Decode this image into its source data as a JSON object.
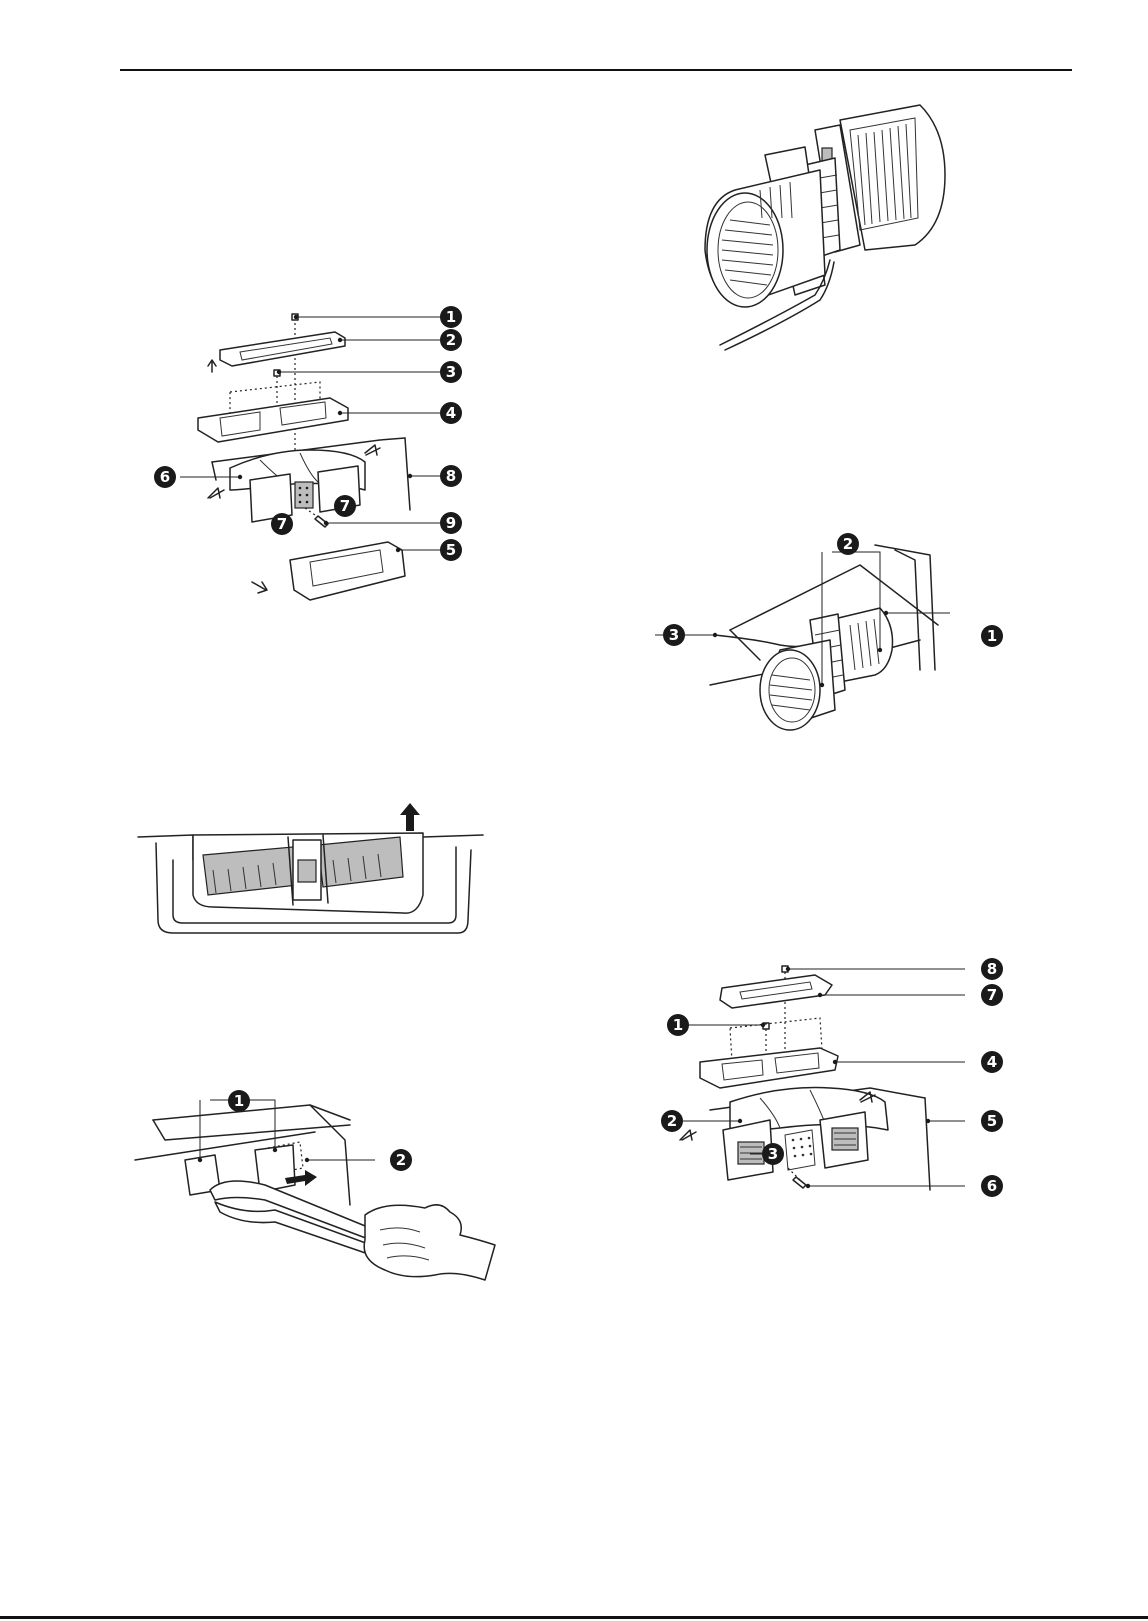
{
  "figures": {
    "fig_a": {
      "callouts": [
        "1",
        "2",
        "3",
        "4",
        "5",
        "6",
        "7",
        "7",
        "8",
        "9"
      ]
    },
    "fig_b": {
      "callouts": []
    },
    "fig_c": {
      "callouts": []
    },
    "fig_d": {
      "callouts": [
        "2",
        "3",
        "1"
      ]
    },
    "fig_e": {
      "callouts": [
        "1",
        "2"
      ]
    },
    "fig_f": {
      "callouts": [
        "8",
        "7",
        "1",
        "4",
        "2",
        "5",
        "3",
        "6"
      ]
    }
  }
}
